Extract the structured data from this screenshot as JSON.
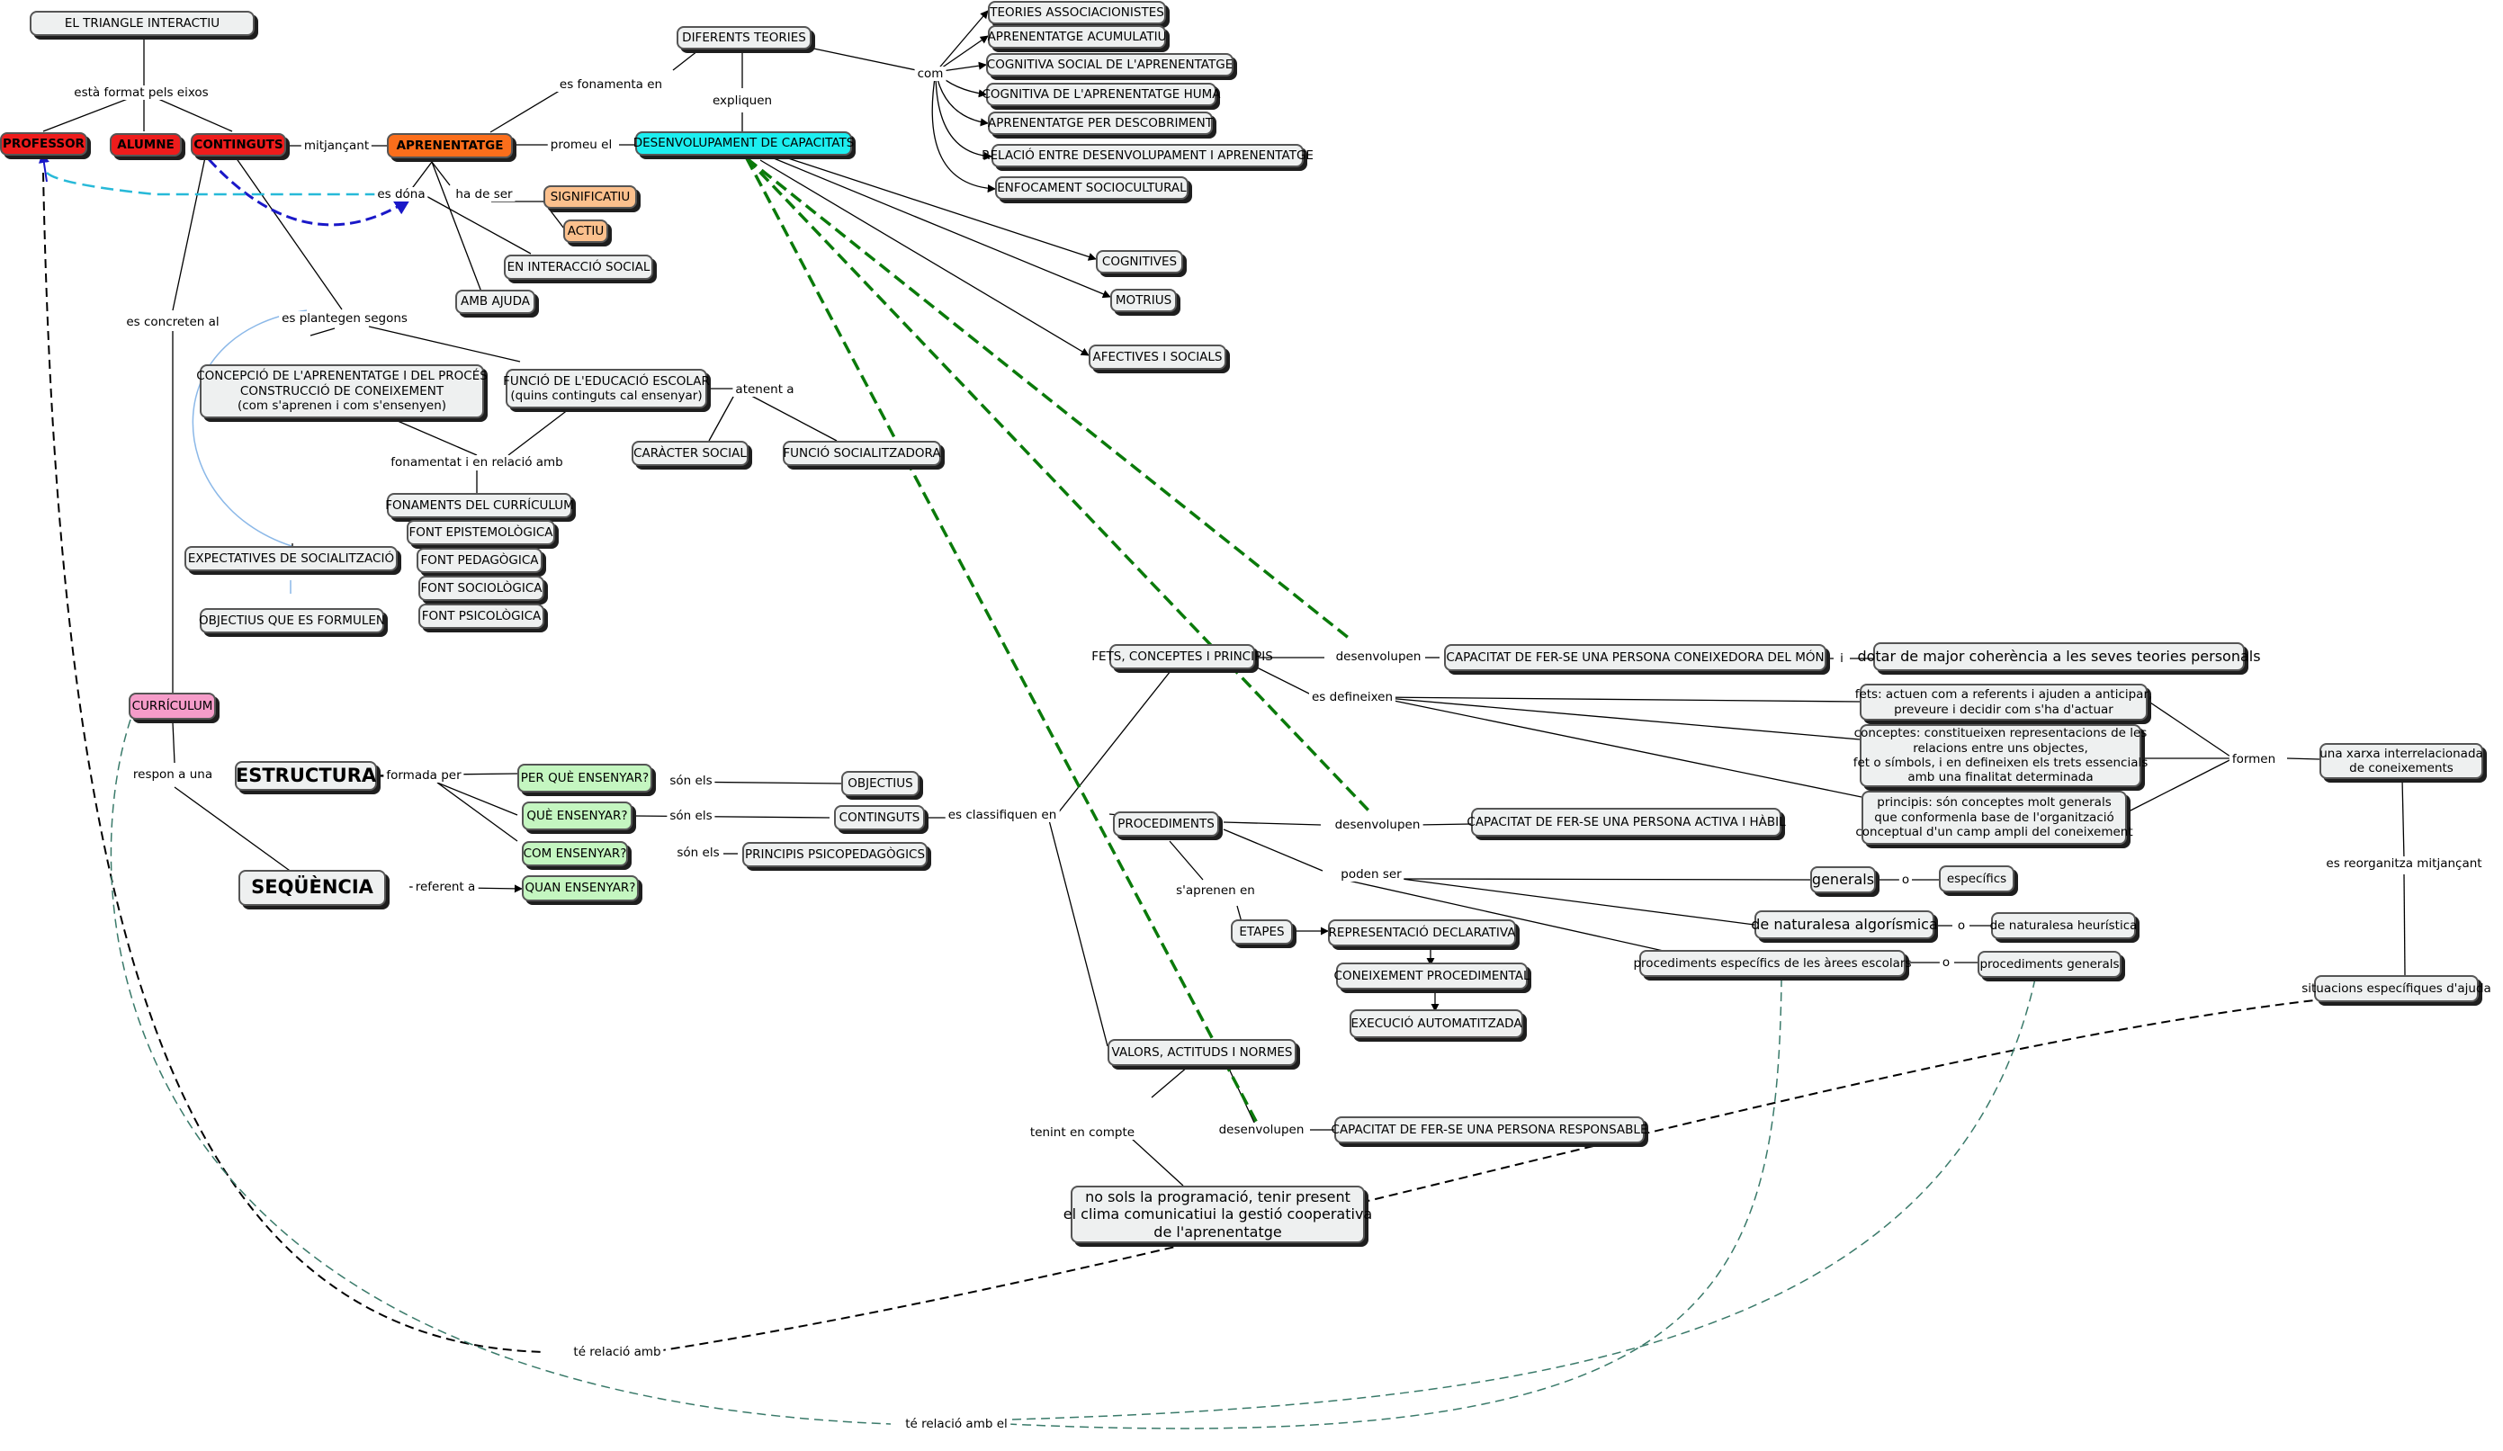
{
  "nodes": [
    {
      "id": "triangle",
      "text": "EL TRIANGLE INTERACTIU"
    },
    {
      "id": "professor",
      "text": "PROFESSOR"
    },
    {
      "id": "alumne",
      "text": "ALUMNE"
    },
    {
      "id": "continguts_main",
      "text": "CONTINGUTS"
    },
    {
      "id": "aprenentatge",
      "text": "APRENENTATGE"
    },
    {
      "id": "diferents_teories",
      "text": "DIFERENTS TEORIES"
    },
    {
      "id": "desenvolupament",
      "text": "DESENVOLUPAMENT DE CAPACITATS"
    },
    {
      "id": "t_assoc",
      "text": "TEORIES ASSOCIACIONISTES"
    },
    {
      "id": "t_acum",
      "text": "APRENENTATGE ACUMULATIU"
    },
    {
      "id": "t_cogsoc",
      "text": "COGNITIVA SOCIAL DE L'APRENENTATGE"
    },
    {
      "id": "t_coghuma",
      "text": "COGNITIVA DE L'APRENENTATGE HUMÀ"
    },
    {
      "id": "t_descob",
      "text": "APRENENTATGE PER DESCOBRIMENT"
    },
    {
      "id": "t_relacio",
      "text": "RELACIÓ ENTRE DESENVOLUPAMENT I APRENENTATGE"
    },
    {
      "id": "t_enfoc",
      "text": "ENFOCAMENT SOCIOCULTURAL"
    },
    {
      "id": "significatiu",
      "text": "SIGNIFICATIU"
    },
    {
      "id": "actiu",
      "text": "ACTIU"
    },
    {
      "id": "interaccio",
      "text": "EN INTERACCIÓ SOCIAL"
    },
    {
      "id": "amb_ajuda",
      "text": "AMB AJUDA"
    },
    {
      "id": "cognitives",
      "text": "COGNITIVES"
    },
    {
      "id": "motrius",
      "text": "MOTRIUS"
    },
    {
      "id": "afectives",
      "text": "AFECTIVES I SOCIALS"
    },
    {
      "id": "concepcio",
      "text": "CONCEPCIÓ DE L'APRENENTATGE I DEL PROCÉS\nCONSTRUCCIÓ DE CONEIXEMENT\n(com s'aprenen i com s'ensenyen)"
    },
    {
      "id": "funcio",
      "text": "FUNCIÓ DE L'EDUCACIÓ ESCOLAR\n(quins continguts cal ensenyar)"
    },
    {
      "id": "caracter",
      "text": "CARÀCTER SOCIAL"
    },
    {
      "id": "funcio_soc",
      "text": "FUNCIÓ SOCIALITZADORA"
    },
    {
      "id": "fonaments",
      "text": "FONAMENTS DEL CURRÍCULUM"
    },
    {
      "id": "f_epist",
      "text": "FONT EPISTEMOLÒGICA"
    },
    {
      "id": "f_pedag",
      "text": "FONT PEDAGÒGICA"
    },
    {
      "id": "f_socio",
      "text": "FONT SOCIOLÒGICA"
    },
    {
      "id": "f_psico",
      "text": "FONT PSICOLÒGICA"
    },
    {
      "id": "expectatives",
      "text": "EXPECTATIVES DE SOCIALITZACIÓ"
    },
    {
      "id": "objectius_form",
      "text": "OBJECTIUS QUE ES FORMULEN"
    },
    {
      "id": "curriculum",
      "text": "CURRÍCULUM"
    },
    {
      "id": "estructura",
      "text": "ESTRUCTURA"
    },
    {
      "id": "sequencia",
      "text": "SEQÜÈNCIA"
    },
    {
      "id": "q_perque",
      "text": "PER QUÈ ENSENYAR?"
    },
    {
      "id": "q_que",
      "text": "QUÈ ENSENYAR?"
    },
    {
      "id": "q_com",
      "text": "COM ENSENYAR?"
    },
    {
      "id": "q_quan",
      "text": "QUAN ENSENYAR?"
    },
    {
      "id": "objectius",
      "text": "OBJECTIUS"
    },
    {
      "id": "continguts2",
      "text": "CONTINGUTS"
    },
    {
      "id": "principis_psi",
      "text": "PRINCIPIS PSICOPEDAGÒGICS"
    },
    {
      "id": "fets",
      "text": "FETS, CONCEPTES I PRINCIPIS"
    },
    {
      "id": "procediments",
      "text": "PROCEDIMENTS"
    },
    {
      "id": "valors",
      "text": "VALORS, ACTITUDS I NORMES"
    },
    {
      "id": "cap_coneix",
      "text": "CAPACITAT DE FER-SE UNA PERSONA CONEIXEDORA DEL MÓN"
    },
    {
      "id": "cap_activa",
      "text": "CAPACITAT DE FER-SE UNA PERSONA ACTIVA I HÀBIL"
    },
    {
      "id": "cap_resp",
      "text": "CAPACITAT DE FER-SE UNA PERSONA RESPONSABLE"
    },
    {
      "id": "dotar",
      "text": "dotar de major coherència a les seves teories personals"
    },
    {
      "id": "fets_def",
      "text": "fets: actuen com a referents i ajuden a anticipar,\npreveure i decidir com s'ha d'actuar"
    },
    {
      "id": "conceptes_def",
      "text": "conceptes: constitueixen representacions de les\nrelacions entre uns objectes,\nfet o símbols, i en defineixen els trets essencials\namb una finalitat determinada"
    },
    {
      "id": "principis_def",
      "text": "principis: són conceptes molt generals\nque conformenla base de l'organització\nconceptual d'un camp ampli del coneixement"
    },
    {
      "id": "xarxa",
      "text": "una xarxa interrelacionada\nde coneixements"
    },
    {
      "id": "situacions",
      "text": "situacions específiques d'ajuda"
    },
    {
      "id": "generals",
      "text": "generals"
    },
    {
      "id": "especifics",
      "text": "específics"
    },
    {
      "id": "algoritmica",
      "text": "de naturalesa algorísmica"
    },
    {
      "id": "heuristica",
      "text": "de naturalesa heurística"
    },
    {
      "id": "proc_espec",
      "text": "procediments específics de les àrees escolars"
    },
    {
      "id": "proc_gen",
      "text": "procediments generals"
    },
    {
      "id": "etapes",
      "text": "ETAPES"
    },
    {
      "id": "repr",
      "text": "REPRESENTACIÓ DECLARATIVA"
    },
    {
      "id": "coneix_proc",
      "text": "CONEIXEMENT PROCEDIMENTAL"
    },
    {
      "id": "execucio",
      "text": "EXECUCIÓ AUTOMATITZADA"
    },
    {
      "id": "no_sols",
      "text": "no sols la programació, tenir present\nel clima comunicatiui la gestió cooperativa\nde l'aprenentatge"
    }
  ],
  "labels": [
    {
      "id": "l_format",
      "text": "està format pels eixos"
    },
    {
      "id": "l_mitjancant",
      "text": "mitjançant"
    },
    {
      "id": "l_fonamenta",
      "text": "es fonamenta en"
    },
    {
      "id": "l_expliquen",
      "text": "expliquen"
    },
    {
      "id": "l_com",
      "text": "com"
    },
    {
      "id": "l_promeu",
      "text": "promeu el"
    },
    {
      "id": "l_esdona",
      "text": "es dóna"
    },
    {
      "id": "l_hadeser",
      "text": "ha de ser"
    },
    {
      "id": "l_concreten",
      "text": "es concreten al"
    },
    {
      "id": "l_plantegen",
      "text": "es plantegen segons"
    },
    {
      "id": "l_atenent",
      "text": "atenent a"
    },
    {
      "id": "l_fonamentat",
      "text": "fonamentat i en relació amb"
    },
    {
      "id": "l_respon",
      "text": "respon a una"
    },
    {
      "id": "l_formada",
      "text": "formada per"
    },
    {
      "id": "l_referent",
      "text": "referent a"
    },
    {
      "id": "l_sonels1",
      "text": "són els"
    },
    {
      "id": "l_sonels2",
      "text": "són els"
    },
    {
      "id": "l_sonels3",
      "text": "són els"
    },
    {
      "id": "l_classifiquen",
      "text": "es classifiquen en"
    },
    {
      "id": "l_desenv1",
      "text": "desenvolupen"
    },
    {
      "id": "l_desenv2",
      "text": "desenvolupen"
    },
    {
      "id": "l_desenv3",
      "text": "desenvolupen"
    },
    {
      "id": "l_i",
      "text": "i"
    },
    {
      "id": "l_defineixen",
      "text": "es defineixen"
    },
    {
      "id": "l_formen",
      "text": "formen"
    },
    {
      "id": "l_reorganitza",
      "text": "es reorganitza mitjançant"
    },
    {
      "id": "l_podenser",
      "text": "poden ser"
    },
    {
      "id": "l_o1",
      "text": "o"
    },
    {
      "id": "l_o2",
      "text": "o"
    },
    {
      "id": "l_o3",
      "text": "o"
    },
    {
      "id": "l_saprenen",
      "text": "s'aprenen en"
    },
    {
      "id": "l_tenint",
      "text": "tenint en compte"
    },
    {
      "id": "l_terelacio",
      "text": "té relació amb"
    },
    {
      "id": "l_terelacioel",
      "text": "té relació amb el"
    }
  ]
}
